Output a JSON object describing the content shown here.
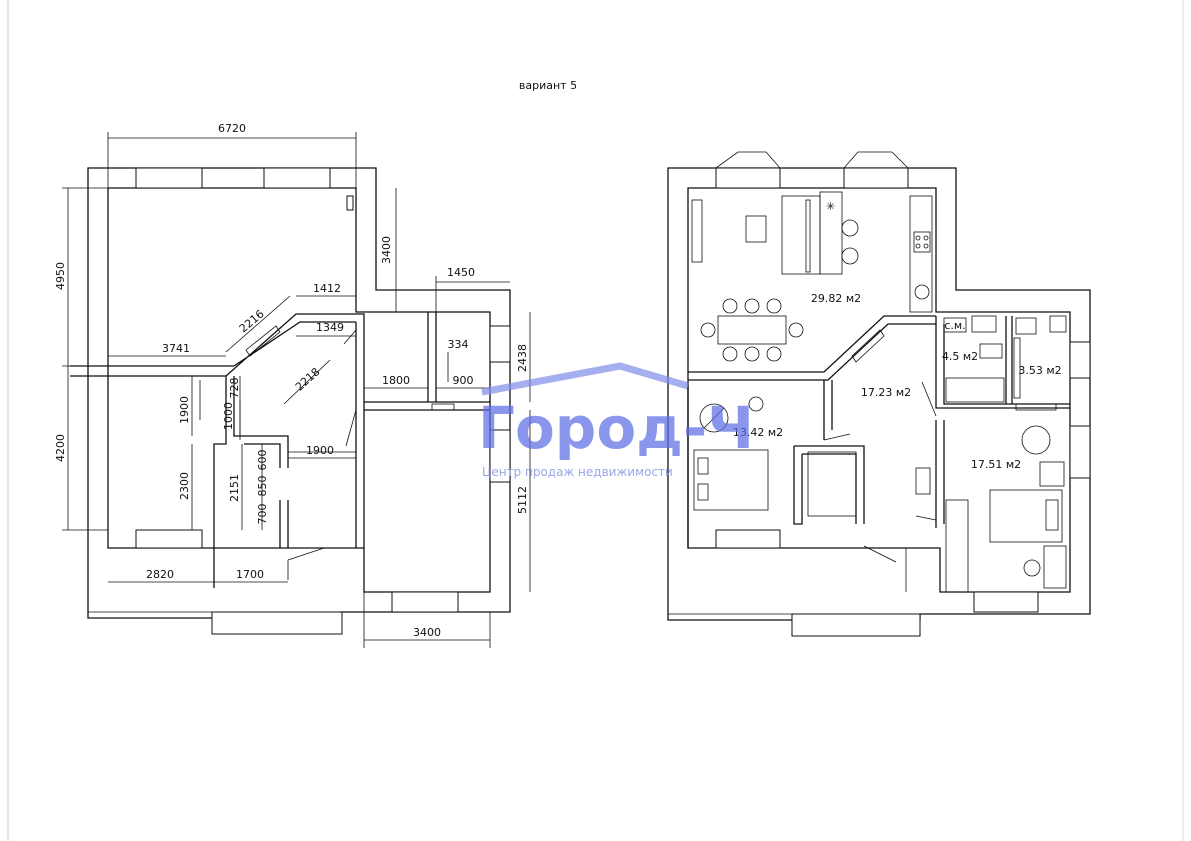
{
  "title": "вариант 5",
  "left_plan": {
    "dimensions": [
      "6720",
      "4950",
      "3400",
      "1450",
      "1412",
      "2216",
      "1349",
      "3741",
      "334",
      "2438",
      "2218",
      "1800",
      "900",
      "728",
      "1900",
      "1000",
      "4200",
      "1900",
      "600",
      "2300",
      "2151",
      "850",
      "700",
      "5112",
      "2820",
      "1700",
      "3400"
    ]
  },
  "right_plan": {
    "rooms": [
      {
        "area": "29.82 м2"
      },
      {
        "area": "17.23 м2"
      },
      {
        "area": "13.42 м2"
      },
      {
        "area": "4.5 м2"
      },
      {
        "area": "3.53 м2"
      },
      {
        "area": "17.51 м2"
      }
    ],
    "wm_label": "с.м."
  },
  "watermark": {
    "brand": "Город-Ч",
    "tagline": "Центр продаж недвижимости"
  }
}
